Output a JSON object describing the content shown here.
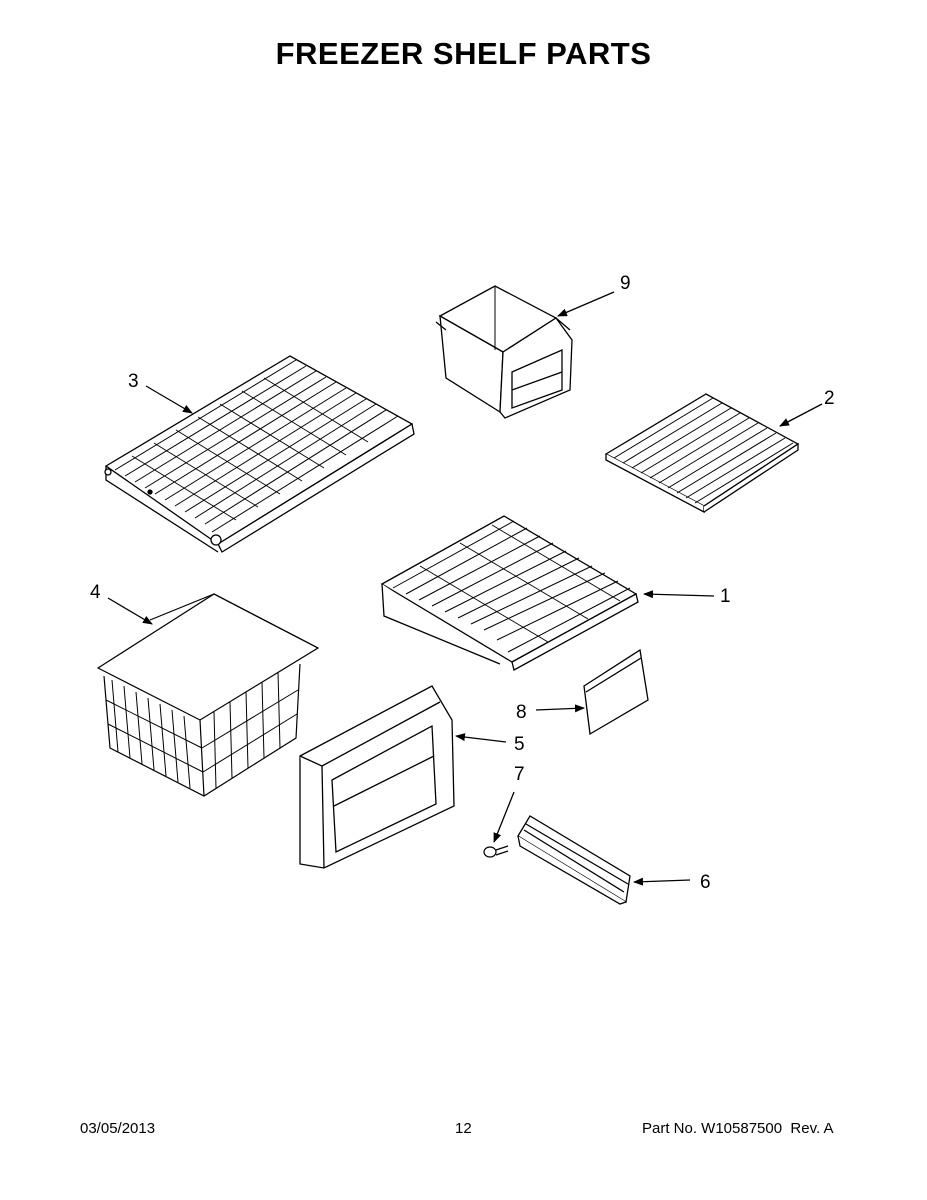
{
  "page_title": "FREEZER SHELF PARTS",
  "callouts": [
    "1",
    "2",
    "3",
    "4",
    "5",
    "6",
    "7",
    "8",
    "9"
  ],
  "footer": {
    "date": "03/05/2013",
    "page_number": "12",
    "part_number": "Part No. W10587500  Rev. A"
  }
}
